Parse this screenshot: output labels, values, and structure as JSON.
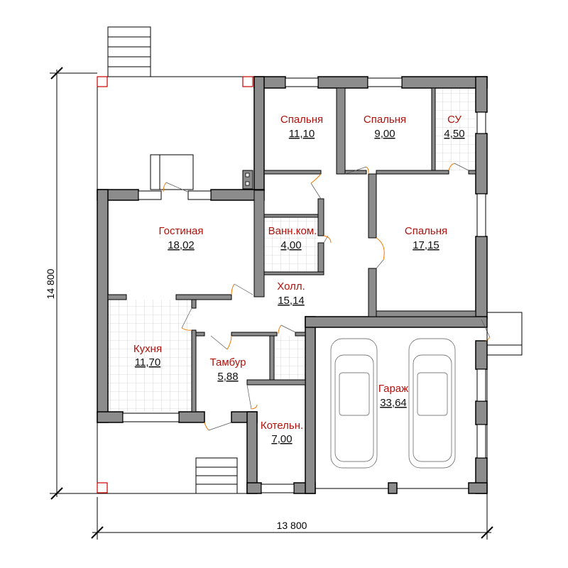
{
  "rooms": [
    {
      "name": "Спальня",
      "area": "11,10"
    },
    {
      "name": "Спальня",
      "area": "9,00"
    },
    {
      "name": "СУ",
      "area": "4,50"
    },
    {
      "name": "Гостиная",
      "area": "18,02"
    },
    {
      "name": "Ванн.ком.",
      "area": "4,00"
    },
    {
      "name": "Спальня",
      "area": "17,15"
    },
    {
      "name": "Холл.",
      "area": "15,14"
    },
    {
      "name": "Кухня",
      "area": "11,70"
    },
    {
      "name": "Тамбур",
      "area": "5,88"
    },
    {
      "name": "Гараж",
      "area": "33,64"
    },
    {
      "name": "Котельн.",
      "area": "7,00"
    }
  ],
  "dimensions": {
    "height": "14 800",
    "width": "13 800"
  },
  "colors": {
    "walls": "#8c8c8c",
    "room_label": "#b0120c",
    "door_swing": "#f07800"
  }
}
